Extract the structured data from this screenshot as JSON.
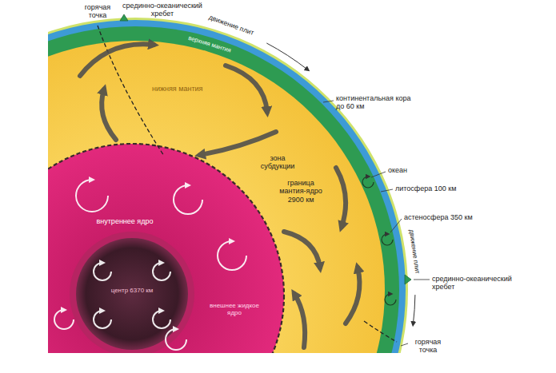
{
  "diagram": {
    "labels": [
      "горячая точка",
      "срединно-океанический хребет",
      "движение плит",
      "верхняя мантия",
      "нижняя мантия",
      "континентальная кора до 60 км",
      "океан",
      "литосфера 100 км",
      "зона субдукции",
      "граница мантия-ядро 2900 км",
      "астеносфера 350 км",
      "движение плит",
      "срединно-океанический хребет",
      "горячая точка",
      "внутреннее ядро",
      "центр 6370 км",
      "внешнее жидкое ядро"
    ]
  }
}
